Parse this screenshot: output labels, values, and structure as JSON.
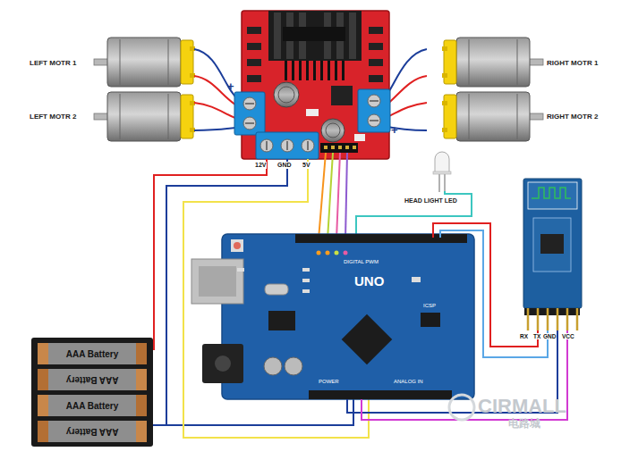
{
  "diagram": {
    "labels": [
      "LEFT MOTR 1",
      "LEFT MOTR 2",
      "RIGHT MOTR 1",
      "RIGHT MOTR 2",
      "+",
      "+",
      "12V",
      "GND",
      "5V",
      "HEAD LIGHT LED",
      "UNO",
      "DIGITAL PWM",
      "POWER",
      "ANALOG IN",
      "ICSP",
      "RX",
      "TX",
      "GND",
      "VCC",
      "AAA Battery",
      "AAA Battery",
      "AAA Battery",
      "AAA Battery",
      "CIRMALL",
      "电路城"
    ]
  }
}
